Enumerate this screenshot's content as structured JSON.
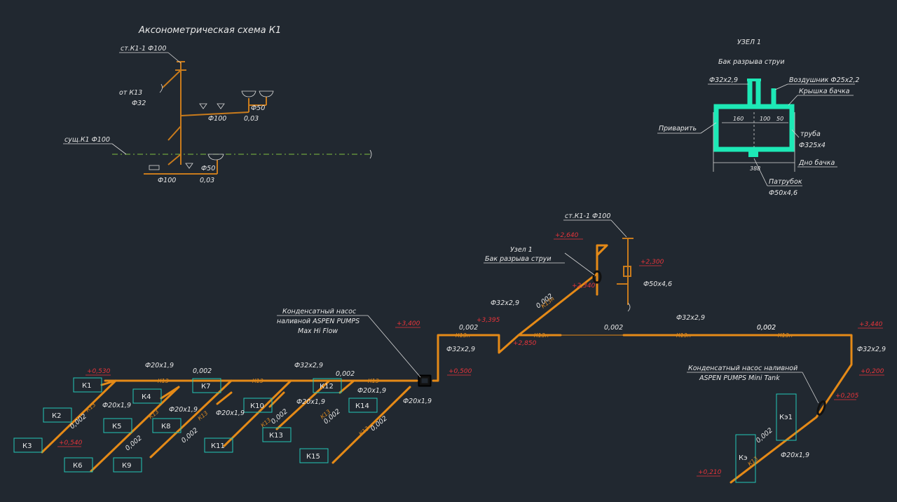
{
  "title": "Аксонометрическая схема К1",
  "top": {
    "riser": "ст.К1-1 Ф100",
    "from_k13": "от К13",
    "from_k13_d": "Ф32",
    "exist": "сущ.К1 Ф100",
    "d100a": "Ф100",
    "d50a": "Ф50",
    "s003a": "0,03",
    "d100b": "Ф100",
    "d50b": "Ф50",
    "s003b": "0,03"
  },
  "node": {
    "title": "УЗЕЛ 1",
    "subtitle": "Бак разрыва струи",
    "d32": "Ф32х2,9",
    "vent": "Воздушник Ф25х2,2",
    "lid": "Крышка бачка",
    "weld": "Приварить",
    "tube": "труба",
    "tube_d": "Ф325х4",
    "bottom": "Дно бачка",
    "nozzle": "Патрубок",
    "nozzle_d": "Ф50х4,6",
    "dim1": "160",
    "dim2": "100",
    "dim3": "50",
    "dim4": "388"
  },
  "main": {
    "riser2": "ст.К1-1 Ф100",
    "node_ref1": "Узел 1",
    "node_ref2": "Бак разрыва струи",
    "pump1_l1": "Конденсатный насос",
    "pump1_l2": "наливной ASPEN PUMPS",
    "pump1_l3": "Max Hi Flow",
    "pump2_l1": "Конденсатный насос наливной",
    "pump2_l2": "ASPEN PUMPS Mini Tank",
    "elev": {
      "e1": "+2,640",
      "e2": "+2,300",
      "e3": "+2,340",
      "e4": "+3,400",
      "e5": "+3,395",
      "e6": "+2,850",
      "e7": "+0,500",
      "e8": "+3,440",
      "e9": "+0,200",
      "e10": "+0,205",
      "e11": "+0,210",
      "e12": "+0,530",
      "e13": "+0,540"
    },
    "dims": {
      "d32_1": "Ф32х2,9",
      "d32_2": "Ф32х2,9",
      "d32_3": "Ф32х2,9",
      "d32_4": "Ф32х2,9",
      "d32_5": "Ф32х2,9",
      "d50": "Ф50х4,6",
      "d20_1": "Ф20х1,9",
      "d20_2": "Ф20х1,9",
      "d20_3": "Ф20х1,9",
      "d20_4": "Ф20х1,9",
      "d20_5": "Ф20х1,9",
      "d20_6": "Ф20х1,9",
      "d20_7": "Ф20х1,9",
      "d20_8": "Ф20х1,9"
    },
    "slopes": {
      "s1": "0,002",
      "s2": "0,002",
      "s3": "0,002",
      "s4": "0,002",
      "s5": "0,002",
      "s6": "0,002",
      "s7": "0,002",
      "s8": "0,002",
      "s9": "0,002",
      "s10": "0,002",
      "s11": "0,002",
      "s12": "0,002",
      "s13": "0,002",
      "s14": "0,002"
    },
    "pipe_tag": "К13",
    "pipe_tag_n": "К13н",
    "units": {
      "K1": "К1",
      "K2": "К2",
      "K3": "К3",
      "K4": "К4",
      "K5": "К5",
      "K6": "К6",
      "K7": "К7",
      "K8": "К8",
      "K9": "К9",
      "K10": "К10",
      "K11": "К11",
      "K12": "К12",
      "K13": "К13",
      "K14": "К14",
      "K15": "К15",
      "Ke1": "Кэ1",
      "Ke": "Кэ"
    }
  },
  "colors": {
    "background": "#212830",
    "pipe": "#e58a17",
    "tank": "#1de9b6",
    "unit_box": "#22c7b8",
    "elevation": "#e8343a"
  }
}
